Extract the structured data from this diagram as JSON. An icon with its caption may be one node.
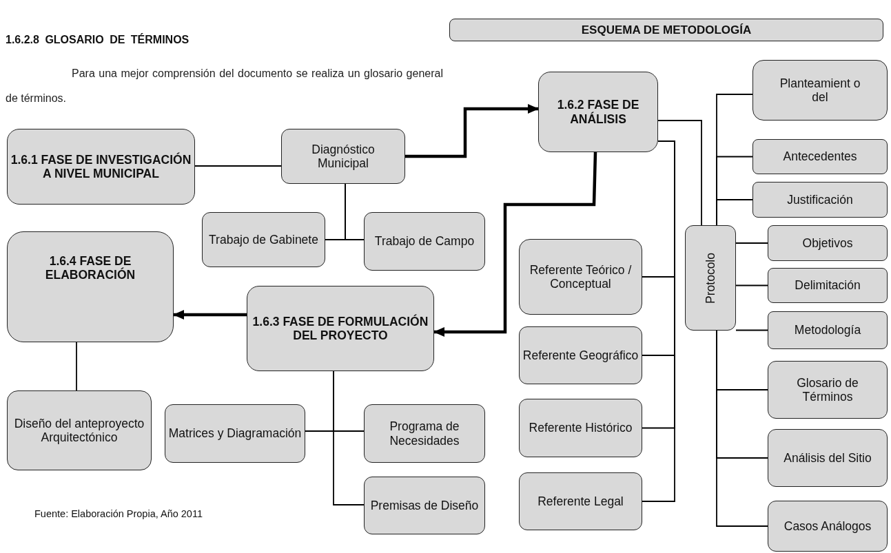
{
  "diagram": {
    "title": "ESQUEMA DE METODOLOGÍA",
    "caption": "Fuente: Elaboración Propia, Año 2011",
    "labels": [
      "1.6.2.8 GLOSARIO DE TÉRMINOS",
      "Para una mejor comprensión del documento se realiza un glosario general de términos."
    ],
    "nodes": [
      {
        "text": [
          "1.6.1 FASE DE INVESTIGACIÓN A NIVEL MUNICIPAL"
        ]
      },
      {
        "text": [
          "Diagnóstico Municipal"
        ]
      },
      {
        "text": [
          "1.6.2 FASE DE ANÁLISIS"
        ]
      },
      {
        "text": [
          "Planteamient o del"
        ]
      },
      {
        "text": [
          "Trabajo de Gabinete"
        ]
      },
      {
        "text": [
          "Trabajo de Campo"
        ]
      },
      {
        "text": [
          "Antecedentes"
        ]
      },
      {
        "text": [
          "Justificación"
        ]
      },
      {
        "text": [
          "1.6.4 FASE DE ELABORACIÓN"
        ]
      },
      {
        "text": [
          "Objetivos"
        ]
      },
      {
        "text": [
          "Referente Teórico / Conceptual"
        ]
      },
      {
        "text": [
          "Protocolo"
        ]
      },
      {
        "text": [
          "Delimitación"
        ]
      },
      {
        "text": [
          "1.6.3 FASE DE FORMULACIÓN DEL PROYECTO"
        ]
      },
      {
        "text": [
          "Metodología"
        ]
      },
      {
        "text": [
          "Referente Geográfico"
        ]
      },
      {
        "text": [
          "Diseño del anteproyecto Arquitectónico"
        ]
      },
      {
        "text": [
          "Matrices y Diagramación"
        ]
      },
      {
        "text": [
          "Programa de Necesidades"
        ]
      },
      {
        "text": [
          "Glosario de Términos"
        ]
      },
      {
        "text": [
          "Referente Histórico"
        ]
      },
      {
        "text": [
          "Análisis del Sitio"
        ]
      },
      {
        "text": [
          "Premisas de Diseño"
        ]
      },
      {
        "text": [
          "Referente Legal"
        ]
      },
      {
        "text": [
          "Casos Análogos"
        ]
      }
    ],
    "edges": [
      {
        "from": 0,
        "to": 1,
        "arrow": "none"
      },
      {
        "from": 1,
        "to": 2,
        "arrow": "to",
        "style": "thick"
      },
      {
        "from": 1,
        "to": 4,
        "arrow": "none"
      },
      {
        "from": 1,
        "to": 5,
        "arrow": "none"
      },
      {
        "from": 2,
        "to": 13,
        "arrow": "to",
        "style": "thick"
      },
      {
        "from": 13,
        "to": 8,
        "arrow": "to",
        "style": "thick"
      },
      {
        "from": 8,
        "to": 16,
        "arrow": "none"
      },
      {
        "from": 13,
        "to": 17,
        "arrow": "none"
      },
      {
        "from": 13,
        "to": 18,
        "arrow": "none"
      },
      {
        "from": 13,
        "to": 22,
        "arrow": "none"
      },
      {
        "from": 2,
        "to": 11,
        "arrow": "none"
      },
      {
        "from": 2,
        "to": 10,
        "arrow": "none"
      },
      {
        "from": 2,
        "to": 15,
        "arrow": "none"
      },
      {
        "from": 2,
        "to": 20,
        "arrow": "none"
      },
      {
        "from": 2,
        "to": 23,
        "arrow": "none"
      },
      {
        "from": 11,
        "to": 3,
        "arrow": "none"
      },
      {
        "from": 11,
        "to": 6,
        "arrow": "none"
      },
      {
        "from": 11,
        "to": 7,
        "arrow": "none"
      },
      {
        "from": 11,
        "to": 9,
        "arrow": "none"
      },
      {
        "from": 11,
        "to": 12,
        "arrow": "none"
      },
      {
        "from": 11,
        "to": 14,
        "arrow": "none"
      },
      {
        "from": 11,
        "to": 19,
        "arrow": "none"
      },
      {
        "from": 11,
        "to": 21,
        "arrow": "none"
      },
      {
        "from": 11,
        "to": 24,
        "arrow": "none"
      }
    ]
  }
}
